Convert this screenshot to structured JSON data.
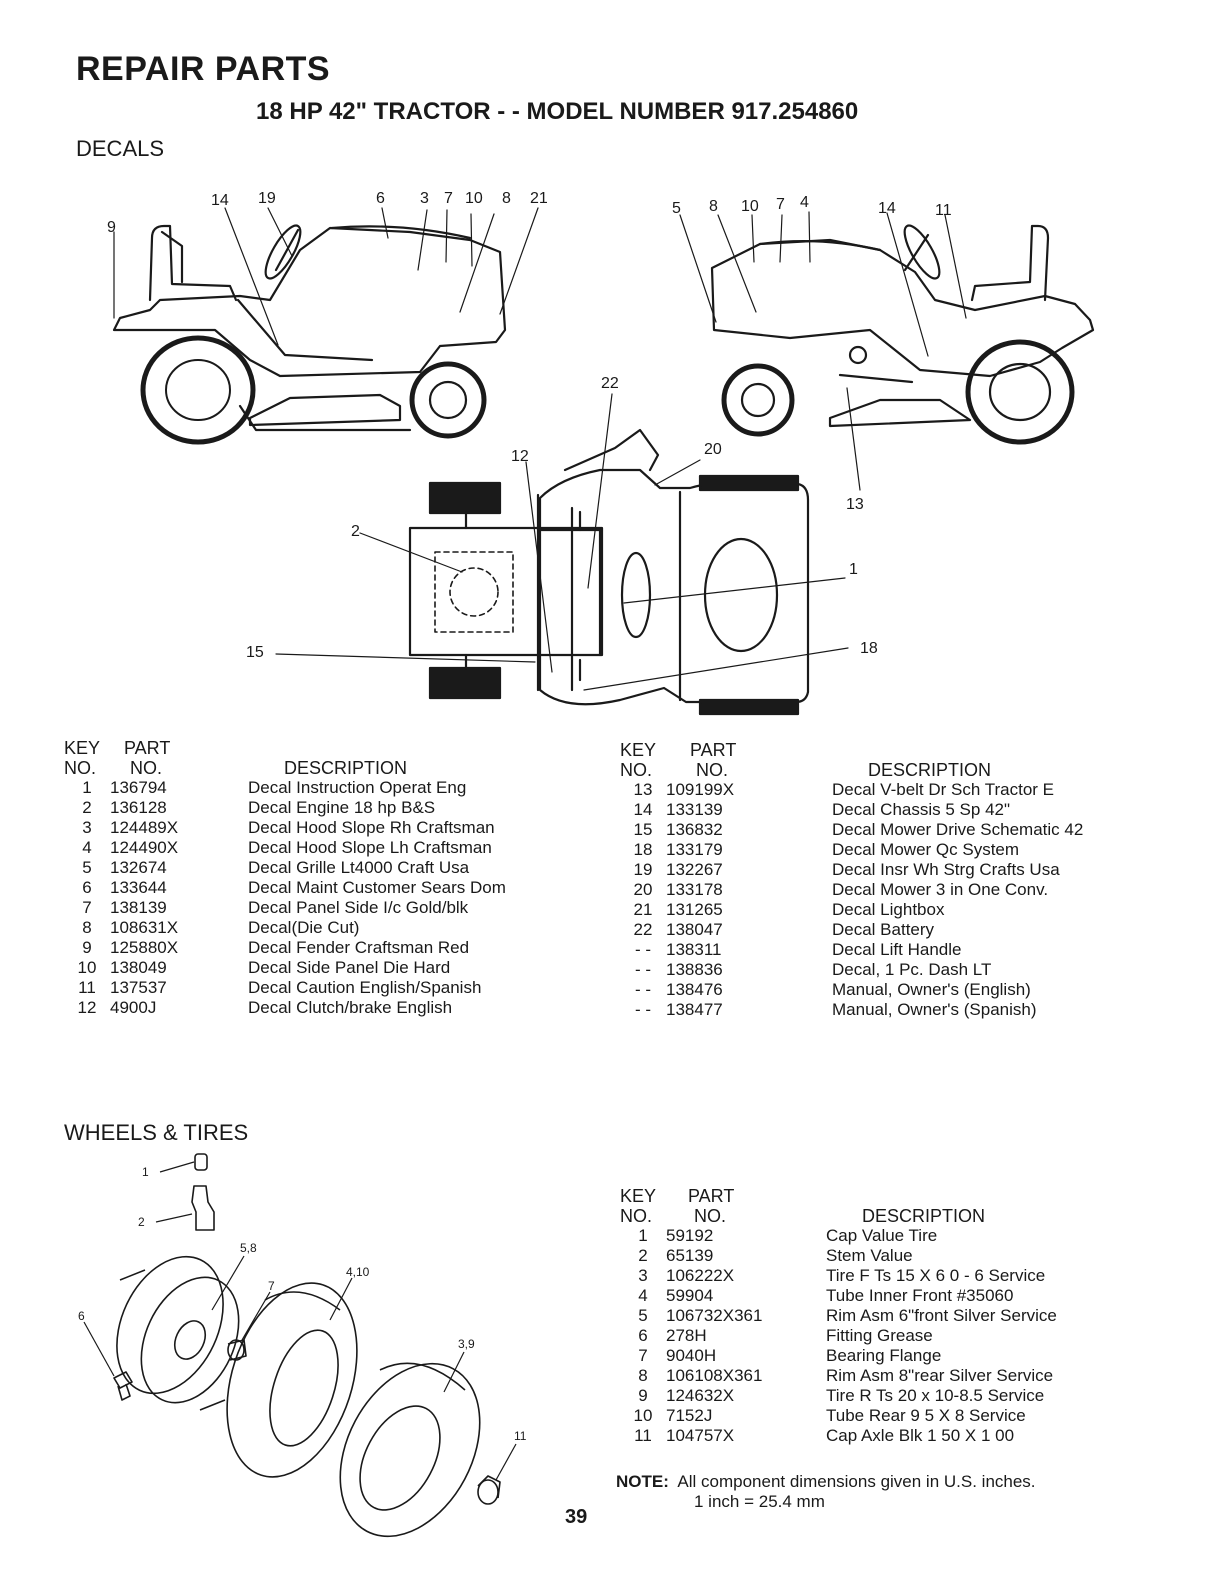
{
  "header": {
    "title": "REPAIR PARTS",
    "model": "18 HP 42\" TRACTOR - - MODEL NUMBER 917.254860"
  },
  "decals": {
    "section_title": "DECALS",
    "columns": {
      "key_top": "KEY",
      "key_bottom": "NO.",
      "part_top": "PART",
      "part_bottom": "NO.",
      "description": "DESCRIPTION"
    },
    "callouts": [
      "14",
      "19",
      "6",
      "3",
      "7",
      "10",
      "8",
      "21",
      "9",
      "5",
      "8",
      "10",
      "7",
      "4",
      "14",
      "11",
      "22",
      "20",
      "12",
      "13",
      "2",
      "1",
      "15",
      "18"
    ],
    "left_rows": [
      {
        "key": "1",
        "part": "136794",
        "desc": "Decal Instruction Operat Eng"
      },
      {
        "key": "2",
        "part": "136128",
        "desc": "Decal Engine 18 hp B&S"
      },
      {
        "key": "3",
        "part": "124489X",
        "desc": "Decal Hood Slope Rh Craftsman"
      },
      {
        "key": "4",
        "part": "124490X",
        "desc": "Decal Hood Slope Lh Craftsman"
      },
      {
        "key": "5",
        "part": "132674",
        "desc": "Decal Grille Lt4000 Craft Usa"
      },
      {
        "key": "6",
        "part": "133644",
        "desc": "Decal Maint Customer Sears Dom"
      },
      {
        "key": "7",
        "part": "138139",
        "desc": "Decal Panel Side I/c Gold/blk"
      },
      {
        "key": "8",
        "part": "108631X",
        "desc": "Decal(Die Cut)"
      },
      {
        "key": "9",
        "part": "125880X",
        "desc": "Decal Fender Craftsman Red"
      },
      {
        "key": "10",
        "part": "138049",
        "desc": "Decal Side Panel Die Hard"
      },
      {
        "key": "11",
        "part": "137537",
        "desc": "Decal Caution English/Spanish"
      },
      {
        "key": "12",
        "part": "4900J",
        "desc": "Decal Clutch/brake English"
      }
    ],
    "right_rows": [
      {
        "key": "13",
        "part": "109199X",
        "desc": "Decal V-belt Dr Sch Tractor E"
      },
      {
        "key": "14",
        "part": "133139",
        "desc": "Decal Chassis 5 Sp 42\""
      },
      {
        "key": "15",
        "part": "136832",
        "desc": "Decal Mower Drive Schematic 42"
      },
      {
        "key": "18",
        "part": "133179",
        "desc": "Decal Mower Qc System"
      },
      {
        "key": "19",
        "part": "132267",
        "desc": "Decal Insr Wh Strg Crafts Usa"
      },
      {
        "key": "20",
        "part": "133178",
        "desc": "Decal Mower 3 in One Conv."
      },
      {
        "key": "21",
        "part": "131265",
        "desc": "Decal Lightbox"
      },
      {
        "key": "22",
        "part": "138047",
        "desc": "Decal Battery"
      },
      {
        "key": "- -",
        "part": "138311",
        "desc": "Decal Lift Handle"
      },
      {
        "key": "- -",
        "part": "138836",
        "desc": "Decal, 1 Pc. Dash LT"
      },
      {
        "key": "- -",
        "part": "138476",
        "desc": "Manual, Owner's (English)"
      },
      {
        "key": "- -",
        "part": "138477",
        "desc": "Manual, Owner's (Spanish)"
      }
    ]
  },
  "wheels": {
    "section_title": "WHEELS & TIRES",
    "callouts": [
      "1",
      "2",
      "5,8",
      "4,10",
      "7",
      "6",
      "3,9",
      "11"
    ],
    "rows": [
      {
        "key": "1",
        "part": "59192",
        "desc": "Cap Value Tire"
      },
      {
        "key": "2",
        "part": "65139",
        "desc": "Stem Value"
      },
      {
        "key": "3",
        "part": "106222X",
        "desc": "Tire F Ts 15 X 6 0 - 6 Service"
      },
      {
        "key": "4",
        "part": "59904",
        "desc": "Tube Inner Front #35060"
      },
      {
        "key": "5",
        "part": "106732X361",
        "desc": "Rim Asm 6\"front Silver Service"
      },
      {
        "key": "6",
        "part": "278H",
        "desc": "Fitting Grease"
      },
      {
        "key": "7",
        "part": "9040H",
        "desc": "Bearing Flange"
      },
      {
        "key": "8",
        "part": "106108X361",
        "desc": "Rim Asm 8\"rear Silver Service"
      },
      {
        "key": "9",
        "part": "124632X",
        "desc": "Tire R Ts 20 x 10-8.5 Service"
      },
      {
        "key": "10",
        "part": "7152J",
        "desc": "Tube Rear 9 5 X 8 Service"
      },
      {
        "key": "11",
        "part": "104757X",
        "desc": "Cap Axle Blk 1 50 X 1 00"
      }
    ]
  },
  "note": {
    "label": "NOTE:",
    "line1": "All component dimensions given in U.S. inches.",
    "line2": "1 inch = 25.4 mm"
  },
  "page_number": "39"
}
